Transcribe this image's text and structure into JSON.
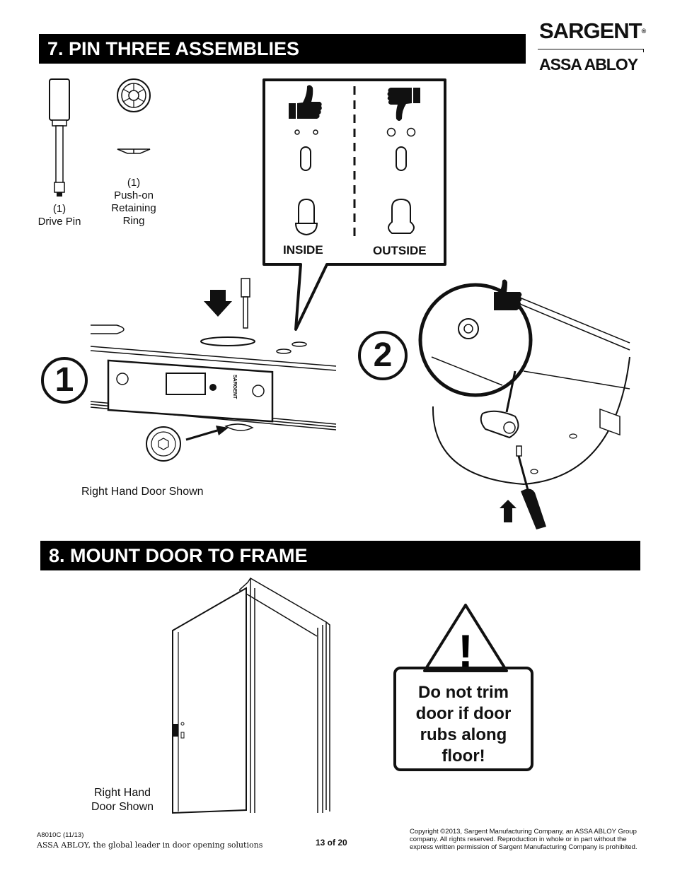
{
  "header": {
    "brand_name": "SARGENT",
    "brand_mark": "®",
    "parent_brand": "ASSA ABLOY"
  },
  "step7": {
    "title": "7.  PIN THREE ASSEMBLIES",
    "parts": [
      {
        "qty": "(1)",
        "name": "Drive Pin"
      },
      {
        "qty": "(1)",
        "name_lines": [
          "Push-on",
          "Retaining",
          "Ring"
        ]
      }
    ],
    "callout": {
      "left_label": "INSIDE",
      "right_label": "OUTSIDE",
      "left_icon": "thumbs-up-icon",
      "right_icon": "thumbs-down-icon"
    },
    "step_numbers": [
      "1",
      "2"
    ],
    "caption": "Right Hand Door Shown"
  },
  "step8": {
    "title": "8.  MOUNT DOOR TO FRAME",
    "caption_lines": [
      "Right Hand",
      "Door Shown"
    ],
    "warning": {
      "icon": "warning-triangle-icon",
      "mark": "!",
      "lines": [
        "Do not trim",
        "door if door",
        "rubs along",
        "floor!"
      ]
    }
  },
  "footer": {
    "doc_code": "A8010C (11/13)",
    "tagline": "ASSA ABLOY, the global leader in door opening solutions",
    "page": "13 of 20",
    "copyright_lines": [
      "Copyright ©2013, Sargent Manufacturing Company, an ASSA ABLOY Group",
      "company. All rights reserved. Reproduction in whole or in part without the",
      "express written permission of Sargent Manufacturing Company is prohibited."
    ]
  },
  "colors": {
    "ink": "#111111",
    "paper": "#ffffff",
    "bar": "#000000"
  }
}
